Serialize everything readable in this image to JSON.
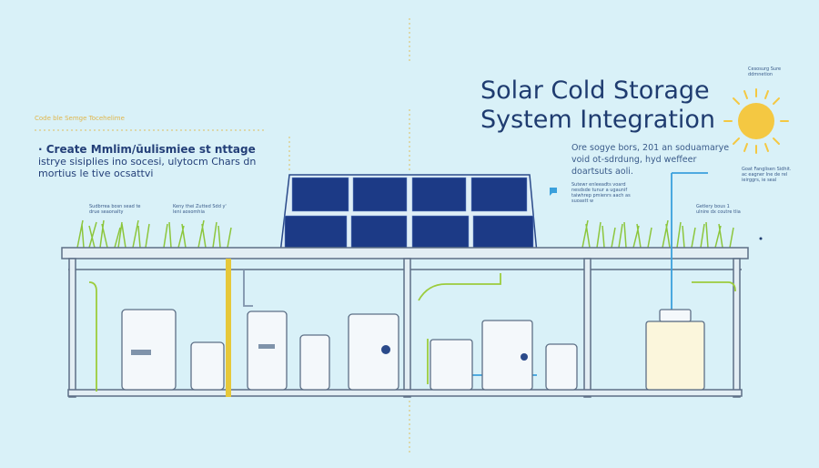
{
  "title_line1": "Solar  Cold Storage",
  "title_line2": "System Integration",
  "subtitle": "Ore sogye bors, 201 an soduamarye void ot-sdrdung, hyd weffeer doartsuts aoli.",
  "left_heading": "Code ble Semge Tocehelime",
  "left_lead": "· Create Mmlim/ūulismiee st nttage",
  "left_body": "istrye sisiplies  ino socesi, ulytocm Chars dn mortius le tive ocsattvi",
  "labels": {
    "sun_note": "Cesosurg  Sure ddmnetion",
    "plant_a": "Sudbrrea bosn  sead te drue seaonalty",
    "plant_b": "Keny thei Zutted  Sdd y' leni aosomhia",
    "chat_note": "Sutewr enleeadts voard  nesdsde tunur a ugaunif taiwhrep pmienrs aach as suoastt w",
    "pipe_note": "Goat Fanglisen  Sidhit. ac eagner  Ine de rel ieirggrs, ie seal",
    "battery_note": "Getlery bous 1  ulnire dx coutre tlia"
  },
  "colors": {
    "background": "#d9f1f8",
    "title": "#1f3c70",
    "sun": "#f4c842",
    "panel": "#1c3a86",
    "accent_yellow": "#e6c83a",
    "accent_green": "#9ccc3c",
    "pipe_blue": "#3aa0dc"
  }
}
